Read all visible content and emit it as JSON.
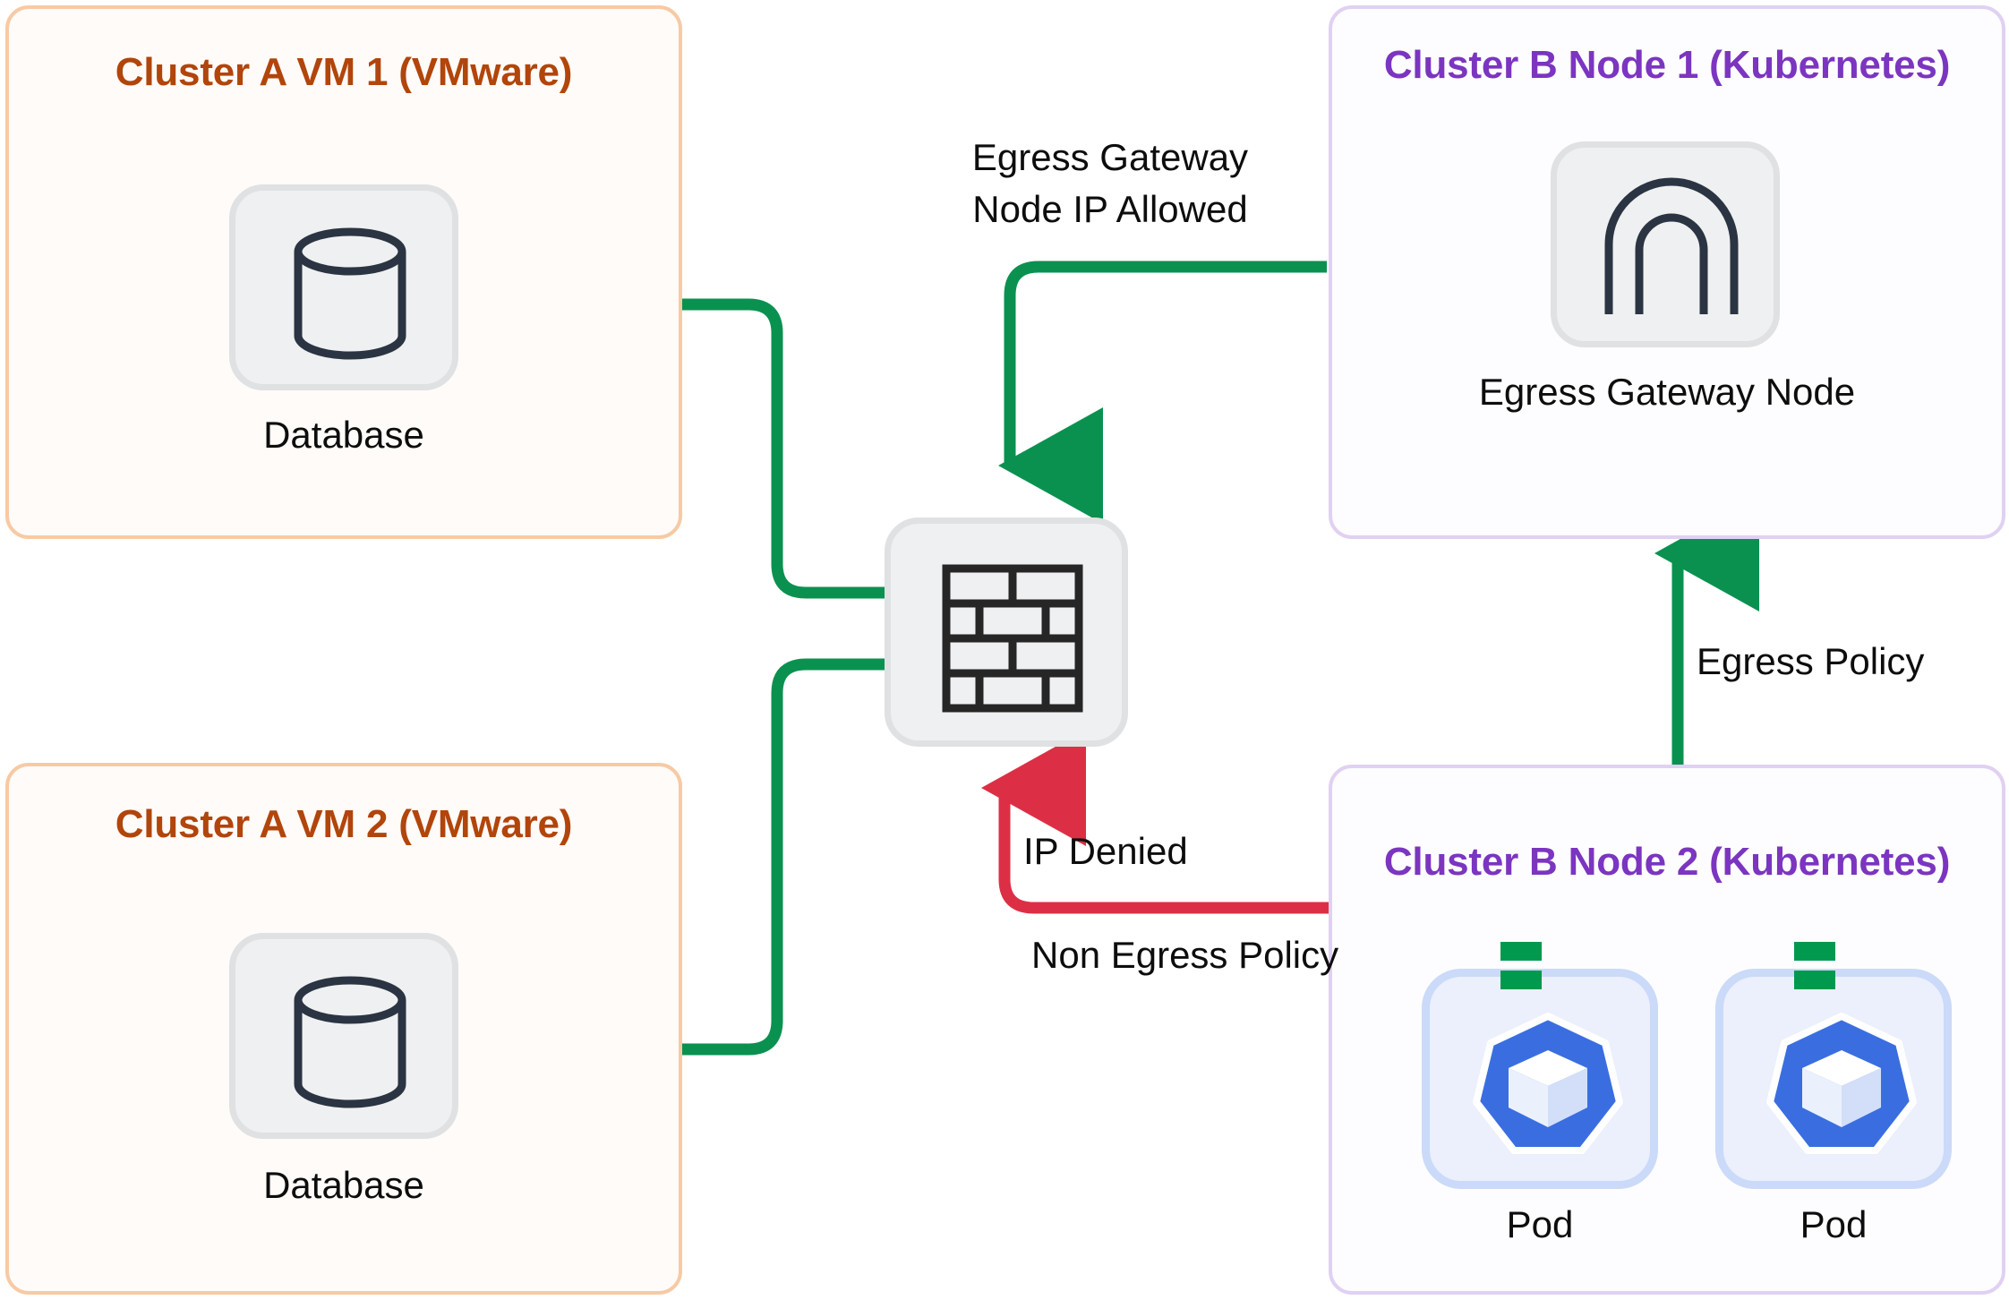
{
  "diagram": {
    "title": "Cluster A VMware to Cluster B Kubernetes egress policy diagram",
    "colors": {
      "allow_green": "#0a9150",
      "deny_red": "#dc2f45",
      "vmware_border": "#f7caa4",
      "vmware_title": "#b1450b",
      "vmware_fill": "#fffbf8",
      "k8s_border": "#e0d1f2",
      "k8s_title": "#7b35c0",
      "k8s_fill": "#fdfcff",
      "tile_fill": "#eff0f1",
      "tile_border": "#dfe1e3",
      "icon_stroke": "#2b3442",
      "pod_fill": "#eceffc",
      "pod_border": "#cadaf8",
      "k8s_logo_blue": "#3a6ee0",
      "canvas_bg": "#ffffff"
    }
  },
  "groups": [
    {
      "id": "cluster-a-vm-1",
      "title": "Cluster A VM 1 (VMware)",
      "kind": "vmware",
      "node": {
        "label": "Database",
        "icon": "database-icon"
      }
    },
    {
      "id": "cluster-b-node-1",
      "title": "Cluster B Node 1 (Kubernetes)",
      "kind": "kubernetes",
      "node": {
        "label": "Egress Gateway Node",
        "icon": "gateway-arch-icon"
      }
    },
    {
      "id": "cluster-a-vm-2",
      "title": "Cluster A VM 2 (VMware)",
      "kind": "vmware",
      "node": {
        "label": "Database",
        "icon": "database-icon"
      }
    },
    {
      "id": "cluster-b-node-2",
      "title": "Cluster B Node 2 (Kubernetes)",
      "kind": "kubernetes",
      "pods": [
        {
          "label": "Pod",
          "icon": "kubernetes-logo-icon"
        },
        {
          "label": "Pod",
          "icon": "kubernetes-logo-icon"
        }
      ]
    }
  ],
  "firewall": {
    "icon": "firewall-brick-wall-icon",
    "label": ""
  },
  "edges": [
    {
      "id": "gateway-to-firewall",
      "label": "Egress Gateway\nNode IP Allowed",
      "label_line_1": "Egress Gateway",
      "label_line_2": "Node IP Allowed",
      "status": "allowed",
      "color": "#0a9150",
      "from": "cluster-b-node-1",
      "to": "firewall"
    },
    {
      "id": "firewall-to-database-1",
      "label": "",
      "status": "allowed",
      "color": "#0a9150",
      "from": "firewall",
      "to": "cluster-a-vm-1"
    },
    {
      "id": "firewall-to-database-2",
      "label": "",
      "status": "allowed",
      "color": "#0a9150",
      "from": "firewall",
      "to": "cluster-a-vm-2"
    },
    {
      "id": "pod-to-firewall-denied",
      "label_line_1": "IP Denied",
      "label_line_2": "Non Egress Policy",
      "status": "denied",
      "color": "#dc2f45",
      "from": "cluster-b-node-2-pod-1",
      "to": "firewall"
    },
    {
      "id": "pod-to-gateway-egress-policy",
      "label": "Egress Policy",
      "status": "allowed",
      "color": "#0a9150",
      "from": "cluster-b-node-2-pod-2",
      "to": "cluster-b-node-1"
    }
  ]
}
